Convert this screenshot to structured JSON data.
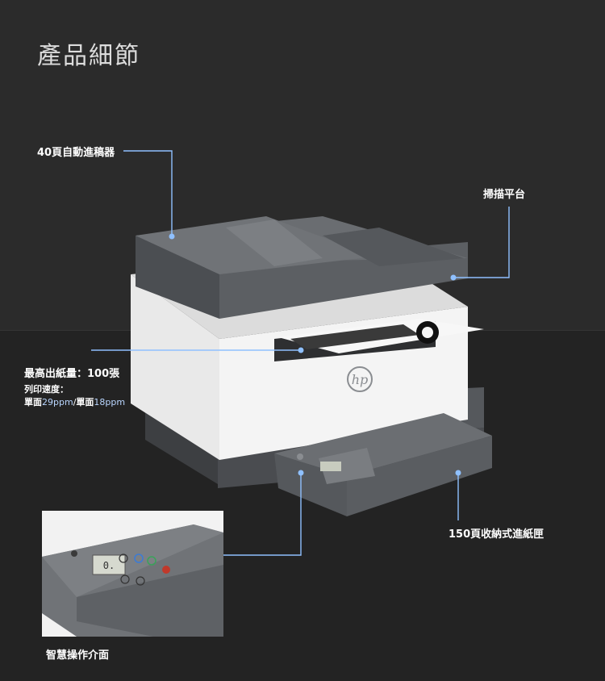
{
  "title": "產品細節",
  "labels": {
    "adf": "40頁自動進稿器",
    "scanner": "掃描平台",
    "output": "最高出紙量：100張",
    "print_speed_title": "列印速度：",
    "simplex_label": "單面",
    "simplex_value": "29ppm",
    "separator": "/",
    "duplex_label": "單面",
    "duplex_value": "18ppm",
    "tray": "150頁收納式進紙匣",
    "panel": "智慧操作介面"
  },
  "printer": {
    "brand_logo": "hp",
    "panel_display": "0."
  },
  "colors": {
    "background": "#2b2b2b",
    "callout_line": "#8fc0ff",
    "printer_body": "#f2f2f2",
    "printer_dark": "#5f6368"
  }
}
